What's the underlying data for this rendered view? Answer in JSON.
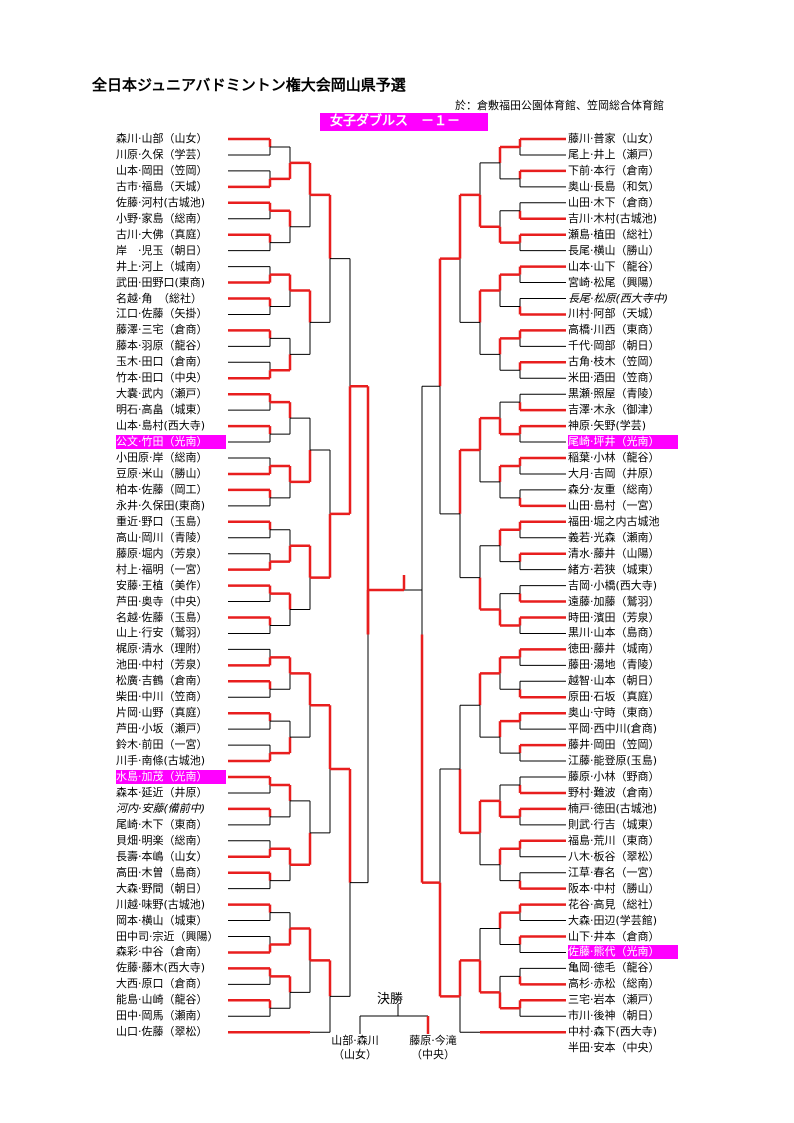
{
  "header": {
    "title": "全日本ジュニアバドミントン権大会岡山県予選",
    "venue": "於：倉敷福田公園体育館、笠岡総合体育館",
    "event": "女子ダブルス　－１－"
  },
  "left_teams": [
    {
      "name": "森川·山部（山女）"
    },
    {
      "name": "川原·久保（学芸）"
    },
    {
      "name": "山本·岡田（笠岡）"
    },
    {
      "name": "古市·福島（天城）"
    },
    {
      "name": "佐藤·河村(古城池)"
    },
    {
      "name": "小野·家島（総南）"
    },
    {
      "name": "古川·大佛（真庭）"
    },
    {
      "name": "岸　·児玉（朝日）"
    },
    {
      "name": "井上·河上（城南）"
    },
    {
      "name": "武田·田野口(東商)"
    },
    {
      "name": "名越·角　（総社）"
    },
    {
      "name": "江口·佐藤（矢掛）"
    },
    {
      "name": "藤澤·三宅（倉商）"
    },
    {
      "name": "藤本·羽原（龍谷）"
    },
    {
      "name": "玉木·田口（倉南）"
    },
    {
      "name": "竹本·田口（中央）"
    },
    {
      "name": "大嚢·武内（瀬戸）"
    },
    {
      "name": "明石·高畠（城東）"
    },
    {
      "name": "山本·島村(西大寺)"
    },
    {
      "name": "公文·竹田（光南）",
      "hl": true
    },
    {
      "name": "小田原·岸（総南）"
    },
    {
      "name": "豆原·米山（勝山）"
    },
    {
      "name": "柏本·佐藤（岡工）"
    },
    {
      "name": "永井·久保田(東商)"
    },
    {
      "name": "重近·野口（玉島）"
    },
    {
      "name": "高山·岡川（青陵）"
    },
    {
      "name": "藤原·堀内（芳泉）"
    },
    {
      "name": "村上·福明（一宮）"
    },
    {
      "name": "安藤·王植（美作）"
    },
    {
      "name": "芦田·奥寺（中央）"
    },
    {
      "name": "名越·佐藤（玉島）"
    },
    {
      "name": "山上·行安（鷲羽）"
    },
    {
      "name": "梶原·清水（理附）"
    },
    {
      "name": "池田·中村（芳泉）"
    },
    {
      "name": "松廣·吉鶴（倉南）"
    },
    {
      "name": "柴田·中川（笠商）"
    },
    {
      "name": "片岡·山野（真庭）"
    },
    {
      "name": "芦田·小坂（瀬戸）"
    },
    {
      "name": "鈴木·前田（一宮）"
    },
    {
      "name": "川手·南條(古城池)"
    },
    {
      "name": "水島·加茂（光南）",
      "hl": true
    },
    {
      "name": "森本·延近（井原）"
    },
    {
      "name": "河内·安藤(備前中)",
      "it": true
    },
    {
      "name": "尾崎·木下（東商）"
    },
    {
      "name": "貝畑·明楽（総南）"
    },
    {
      "name": "長壽·本嶋（山女）"
    },
    {
      "name": "高田·木曽（島商）"
    },
    {
      "name": "大森·野間（朝日）"
    },
    {
      "name": "川越·味野(古城池)"
    },
    {
      "name": "岡本·横山（城東）"
    },
    {
      "name": "田中司·宗近（興陽）"
    },
    {
      "name": "森彩·中谷（倉南）"
    },
    {
      "name": "佐藤·藤木(西大寺)"
    },
    {
      "name": "大西·原口（倉商）"
    },
    {
      "name": "能島·山崎（龍谷）"
    },
    {
      "name": "田中·岡馬（瀬南）"
    },
    {
      "name": "山口·佐藤（翠松）"
    }
  ],
  "right_teams": [
    {
      "name": "藤川·普家（山女）"
    },
    {
      "name": "尾上·井上（瀬戸）"
    },
    {
      "name": "下前·本行（倉南）"
    },
    {
      "name": "奥山·長島（和気）"
    },
    {
      "name": "山田·木下（倉商）"
    },
    {
      "name": "吉川·木村(古城池)"
    },
    {
      "name": "瀬島·植田（総社）"
    },
    {
      "name": "長尾·横山（勝山）"
    },
    {
      "name": "山本·山下（龍谷）"
    },
    {
      "name": "宮崎·松尾（興陽）"
    },
    {
      "name": "長尾·松原(西大寺中)",
      "it": true
    },
    {
      "name": "川村·阿部（天城）"
    },
    {
      "name": "高橋·川西（東商）"
    },
    {
      "name": "千代·岡部（朝日）"
    },
    {
      "name": "古角·枝木（笠岡）"
    },
    {
      "name": "米田·酒田（笠商）"
    },
    {
      "name": "黒瀬·照屋（青陵）"
    },
    {
      "name": "吉澤·木永（御津）"
    },
    {
      "name": "神原·矢野(学芸)"
    },
    {
      "name": "尾崎·坪井（光南）",
      "hl": true
    },
    {
      "name": "稲葉·小林（龍谷）"
    },
    {
      "name": "大月·吉岡（井原）"
    },
    {
      "name": "森分·友重（総南）"
    },
    {
      "name": "山田·島村（一宮）"
    },
    {
      "name": "福田·堀之内古城池"
    },
    {
      "name": "義若·光森（瀬南）"
    },
    {
      "name": "清水·藤井（山陽）"
    },
    {
      "name": "緒方·若狭（城東）"
    },
    {
      "name": "吉岡·小橋(西大寺)"
    },
    {
      "name": "遠藤·加藤（鷲羽）"
    },
    {
      "name": "時田·濱田（芳泉）"
    },
    {
      "name": "黒川·山本（島商）"
    },
    {
      "name": "徳田·藤井（城南）"
    },
    {
      "name": "藤田·湯地（青陵）"
    },
    {
      "name": "越智·山本（朝日）"
    },
    {
      "name": "原田·石坂（真庭）"
    },
    {
      "name": "奥山·守時（東商）"
    },
    {
      "name": "平岡·西中川(倉商)"
    },
    {
      "name": "藤井·岡田（笠岡）"
    },
    {
      "name": "江藤·能登原(玉島)"
    },
    {
      "name": "藤原·小林（野商）"
    },
    {
      "name": "野村·難波（倉南）"
    },
    {
      "name": "楠戸·徳田(古城池)"
    },
    {
      "name": "則武·行吉（城東）"
    },
    {
      "name": "福島·荒川（東商）"
    },
    {
      "name": "八木·板谷（翠松）"
    },
    {
      "name": "江草·春名（一宮）"
    },
    {
      "name": "阪本·中村（勝山）"
    },
    {
      "name": "花谷·高見（総社）"
    },
    {
      "name": "大森·田辺(学芸館)"
    },
    {
      "name": "山下·井本（倉商）"
    },
    {
      "name": "佐藤·熊代（光南）",
      "hl": true
    },
    {
      "name": "亀岡·徳毛（龍谷）"
    },
    {
      "name": "高杉·赤松（総南）"
    },
    {
      "name": "三宅·岩本（瀬戸）"
    },
    {
      "name": "市川·後神（朝日）"
    },
    {
      "name": "中村·森下(西大寺)"
    },
    {
      "name": "半田·安本（中央）"
    }
  ],
  "final": {
    "label": "決勝",
    "finalist_1_names": "山部·森川",
    "finalist_1_school": "（山女）",
    "finalist_2_names": "藤原·今滝",
    "finalist_2_school": "（中央）"
  }
}
